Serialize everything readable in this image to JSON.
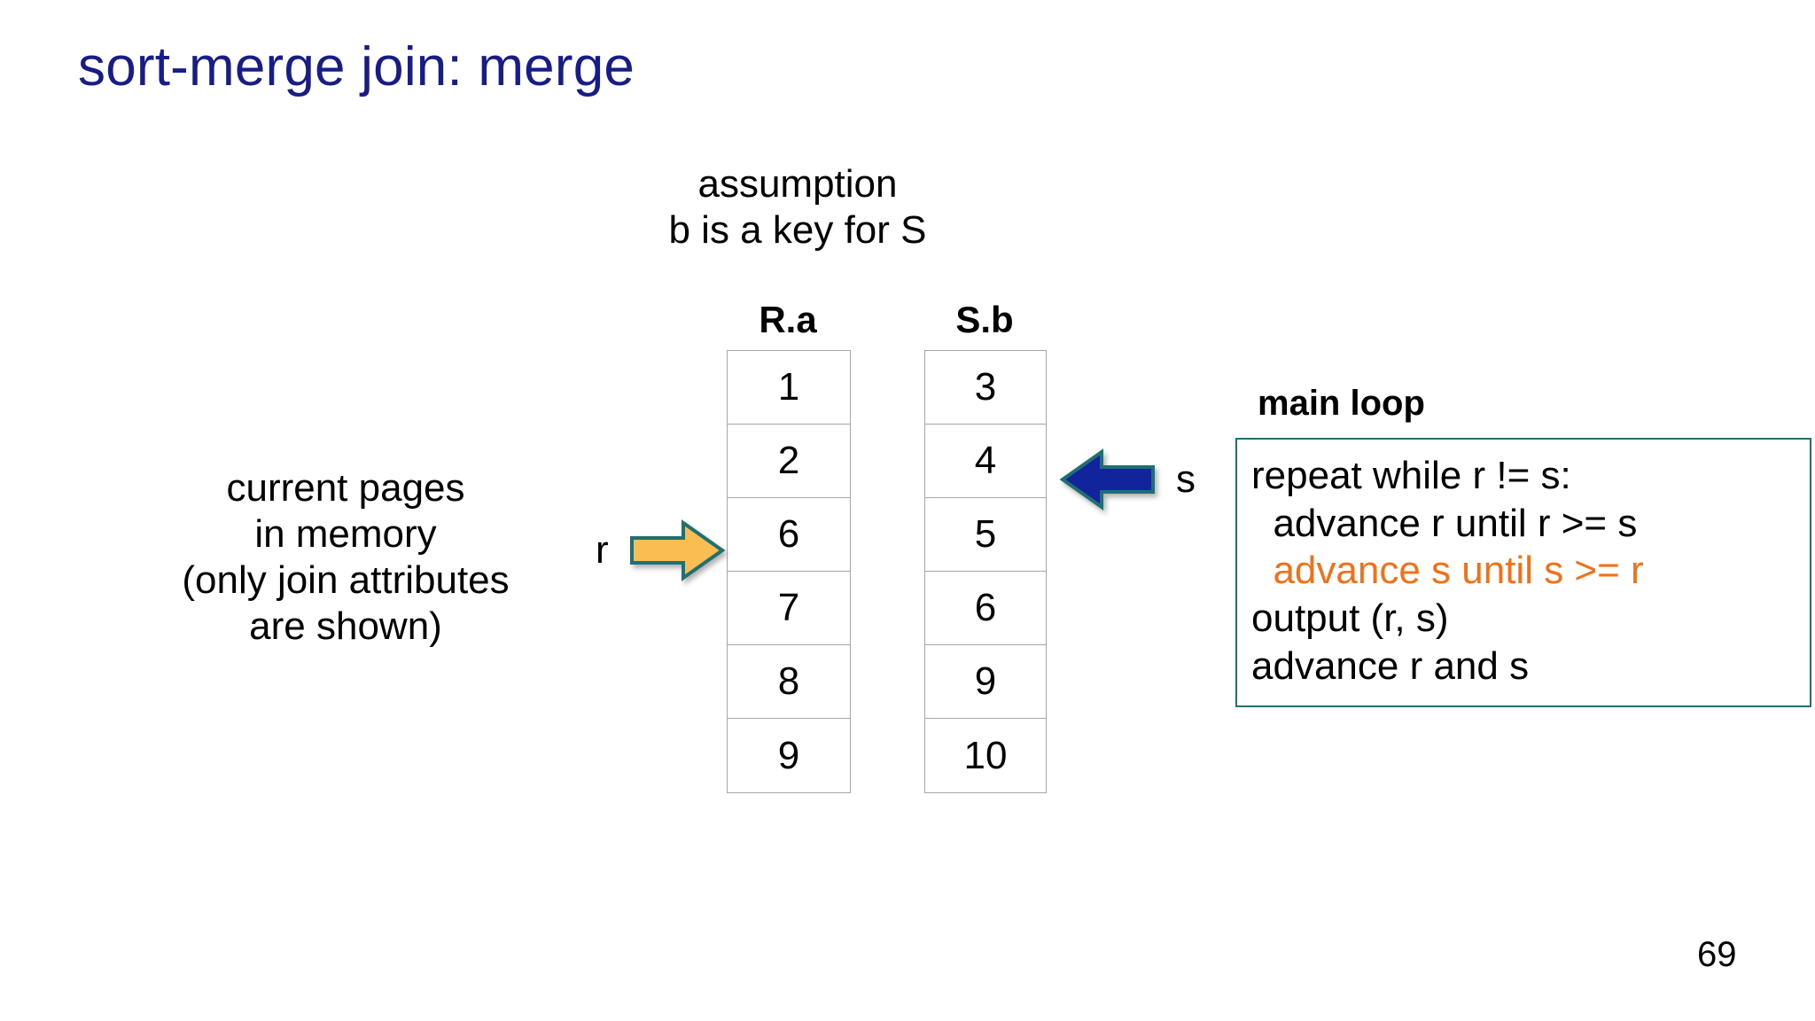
{
  "slide": {
    "title": "sort-merge join: merge",
    "page_number": "69",
    "title_color": "#181C87"
  },
  "assumption_note": {
    "line1": "assumption",
    "line2": "b is a key for S"
  },
  "left_caption": {
    "line1": "current pages",
    "line2": "in memory",
    "line3": "(only join attributes",
    "line4": "are shown)"
  },
  "tables": {
    "r": {
      "header": "R.a",
      "values": [
        "1",
        "2",
        "6",
        "7",
        "8",
        "9"
      ]
    },
    "s": {
      "header": "S.b",
      "values": [
        "3",
        "4",
        "5",
        "6",
        "9",
        "10"
      ]
    }
  },
  "pointers": {
    "r": {
      "label": "r",
      "icon": "arrow-right-icon",
      "fill_color": "#F9BD52",
      "stroke_color": "#1F6F73",
      "points_to_value": "6"
    },
    "s": {
      "label": "s",
      "icon": "arrow-left-icon",
      "fill_color": "#12249B",
      "stroke_color": "#1F6F73",
      "points_to_value": "4"
    }
  },
  "main_loop": {
    "title": "main loop",
    "border_color": "#1F6F73",
    "accent_color": "#F07118",
    "lines": [
      {
        "text": "repeat while r != s:",
        "accent": false
      },
      {
        "text": "  advance r until r >= s",
        "accent": false
      },
      {
        "text": "  advance s until s >= r",
        "accent": true
      },
      {
        "text": "output (r, s)",
        "accent": false
      },
      {
        "text": "advance r and s",
        "accent": false
      }
    ]
  }
}
